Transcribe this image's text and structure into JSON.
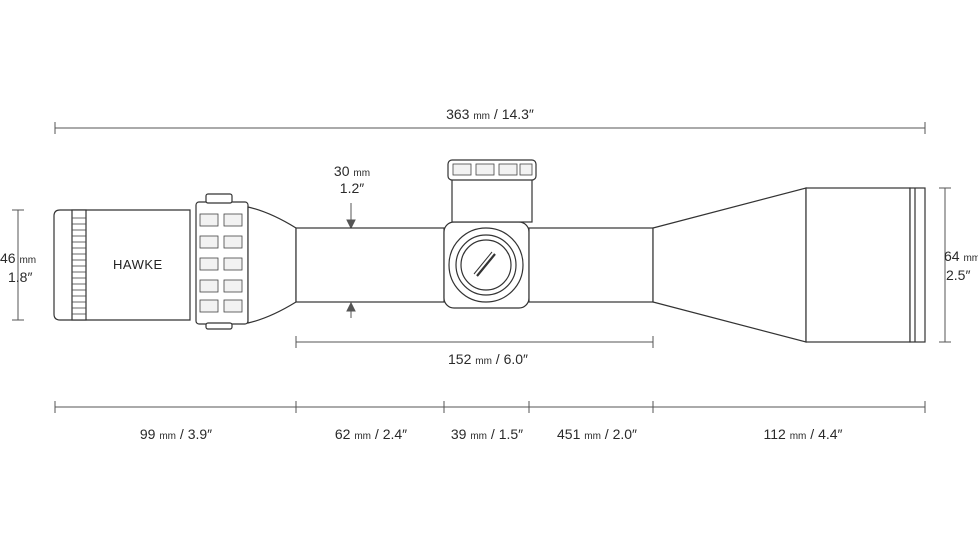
{
  "brand": "HAWKE",
  "unit_mm": "mm",
  "dimensions": {
    "overall": {
      "mm": "363",
      "in": "14.3″"
    },
    "tube": {
      "mm": "30",
      "in": "1.2″"
    },
    "eyepiece_diameter": {
      "mm": "46",
      "in": "1.8″"
    },
    "objective_diameter": {
      "mm": "64",
      "in": "2.5″"
    },
    "tube_length": {
      "mm": "152",
      "in": "6.0″"
    },
    "segments": [
      {
        "mm": "99",
        "in": "3.9″"
      },
      {
        "mm": "62",
        "in": "2.4″"
      },
      {
        "mm": "39",
        "in": "1.5″"
      },
      {
        "mm": "451",
        "in": "2.0″"
      },
      {
        "mm": "112",
        "in": "4.4″"
      }
    ]
  }
}
